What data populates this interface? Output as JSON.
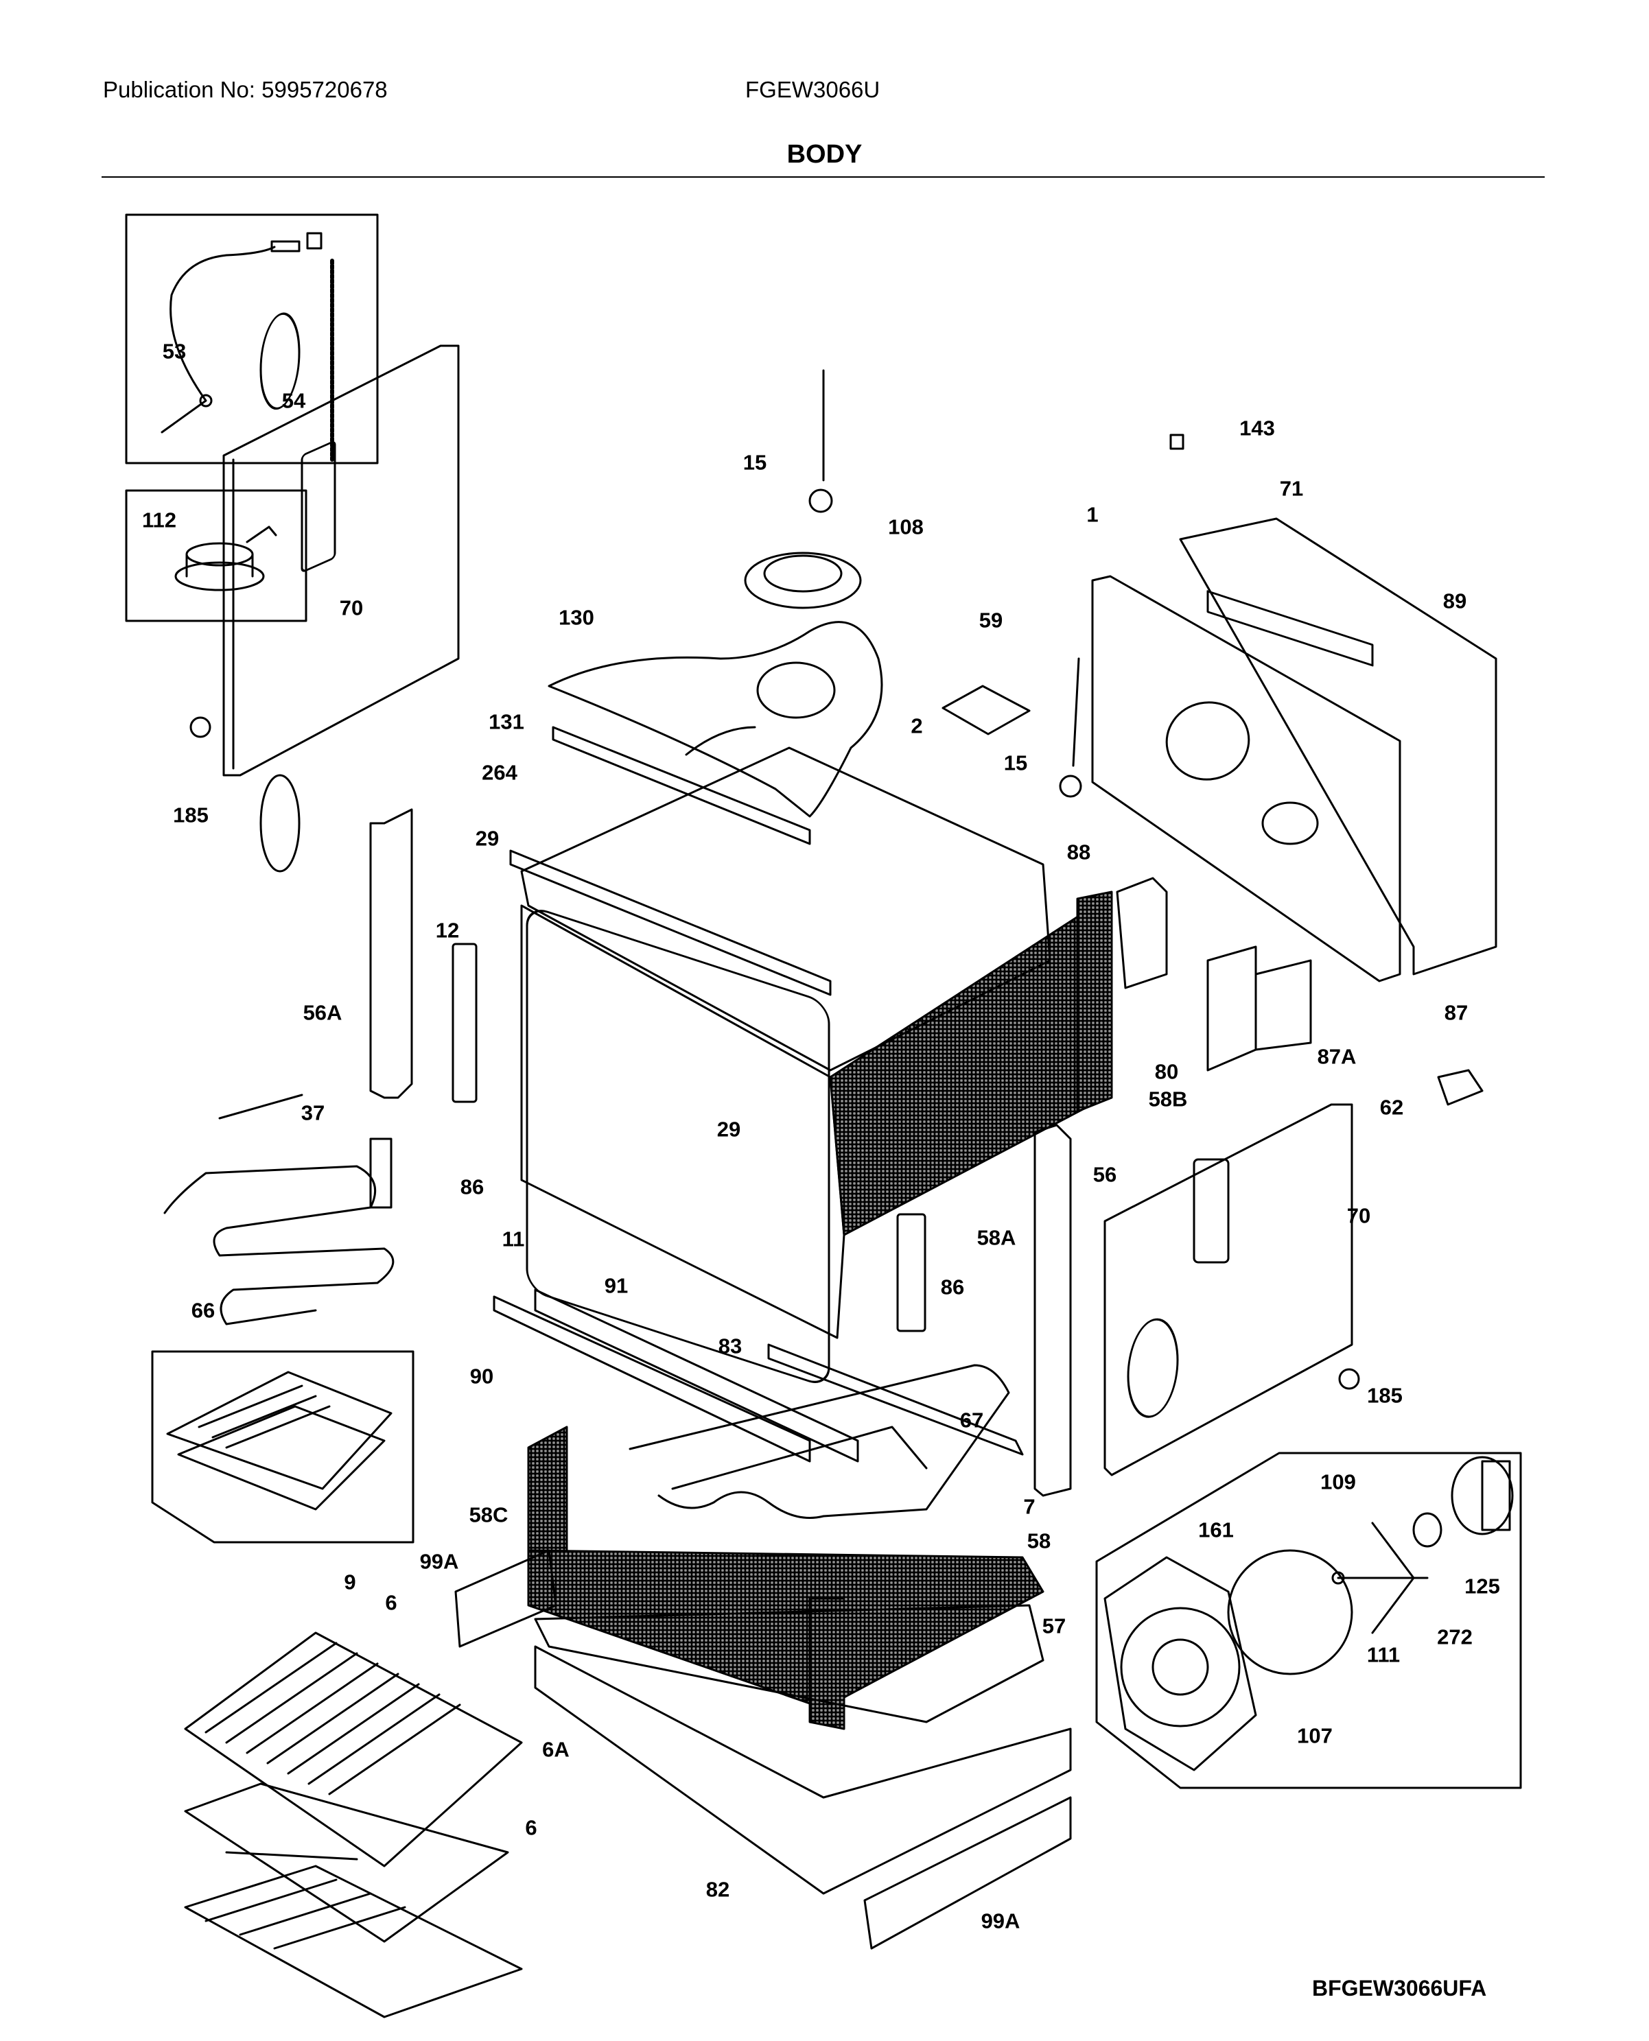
{
  "header": {
    "publication": "Publication No: 5995720678",
    "model": "FGEW3066U",
    "section_title": "BODY"
  },
  "footer": {
    "diagram_code": "BFGEW3066UFA"
  },
  "callouts": {
    "c143": "143",
    "c71": "71",
    "c1": "1",
    "c89": "89",
    "c15a": "15",
    "c108": "108",
    "c112": "112",
    "c53": "53",
    "c54": "54",
    "c70a": "70",
    "c185a": "185",
    "c130": "130",
    "c59": "59",
    "c131": "131",
    "c2": "2",
    "c264": "264",
    "c15b": "15",
    "c29a": "29",
    "c88": "88",
    "c12": "12",
    "c56a": "56A",
    "c80": "80",
    "c87a": "87A",
    "c87": "87",
    "c37": "37",
    "c58b": "58B",
    "c62": "62",
    "c29b": "29",
    "c86a": "86",
    "c56": "56",
    "c70b": "70",
    "c11": "11",
    "c58a": "58A",
    "c66": "66",
    "c86b": "86",
    "c91": "91",
    "c83": "83",
    "c90": "90",
    "c185b": "185",
    "c67": "67",
    "c109": "109",
    "c58c": "58C",
    "c7": "7",
    "c161": "161",
    "c125": "125",
    "c9": "9",
    "c99a1": "99A",
    "c58": "58",
    "c111": "111",
    "c272": "272",
    "c6a": "6",
    "c57": "57",
    "c107": "107",
    "c6A": "6A",
    "c6b": "6",
    "c82": "82",
    "c99a2": "99A"
  }
}
